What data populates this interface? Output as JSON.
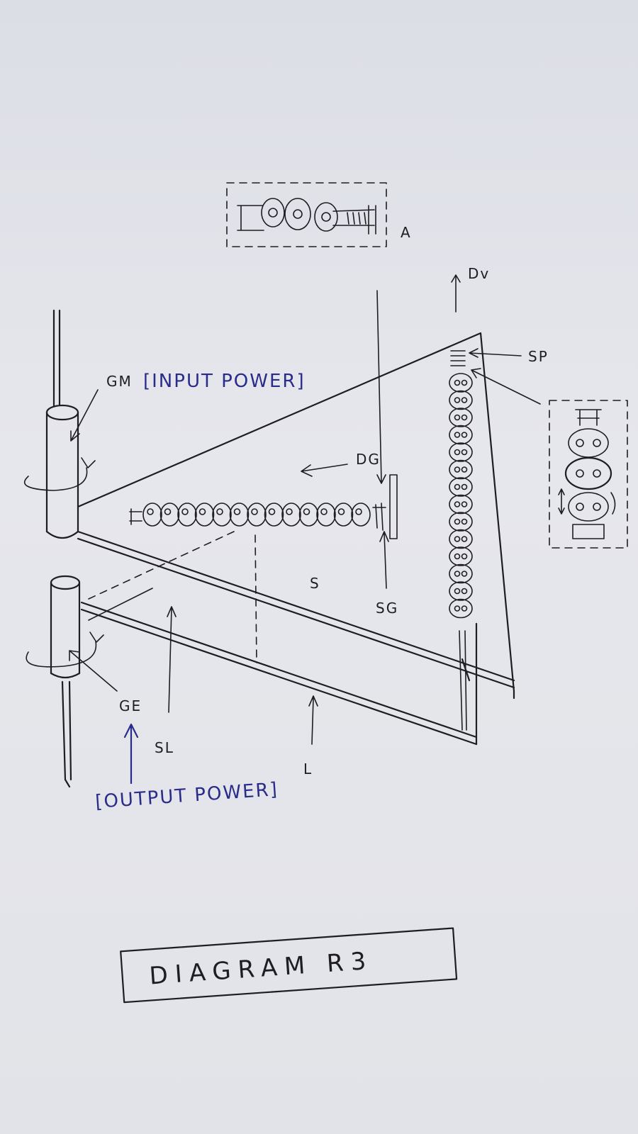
{
  "labels": {
    "a": "A",
    "dv": "Dv",
    "sp": "SP",
    "gm": "GM",
    "input_power": "[INPUT POWER]",
    "dg": "DG",
    "s": "S",
    "sg": "SG",
    "ge": "GE",
    "sl": "SL",
    "l": "L",
    "output_power": "[OUTPUT POWER]"
  },
  "title": "DIAGRAM  R3",
  "colors": {
    "ink": "#1d1d22",
    "blue_ink": "#2a2c8a",
    "paper": "#e2e3e8"
  }
}
